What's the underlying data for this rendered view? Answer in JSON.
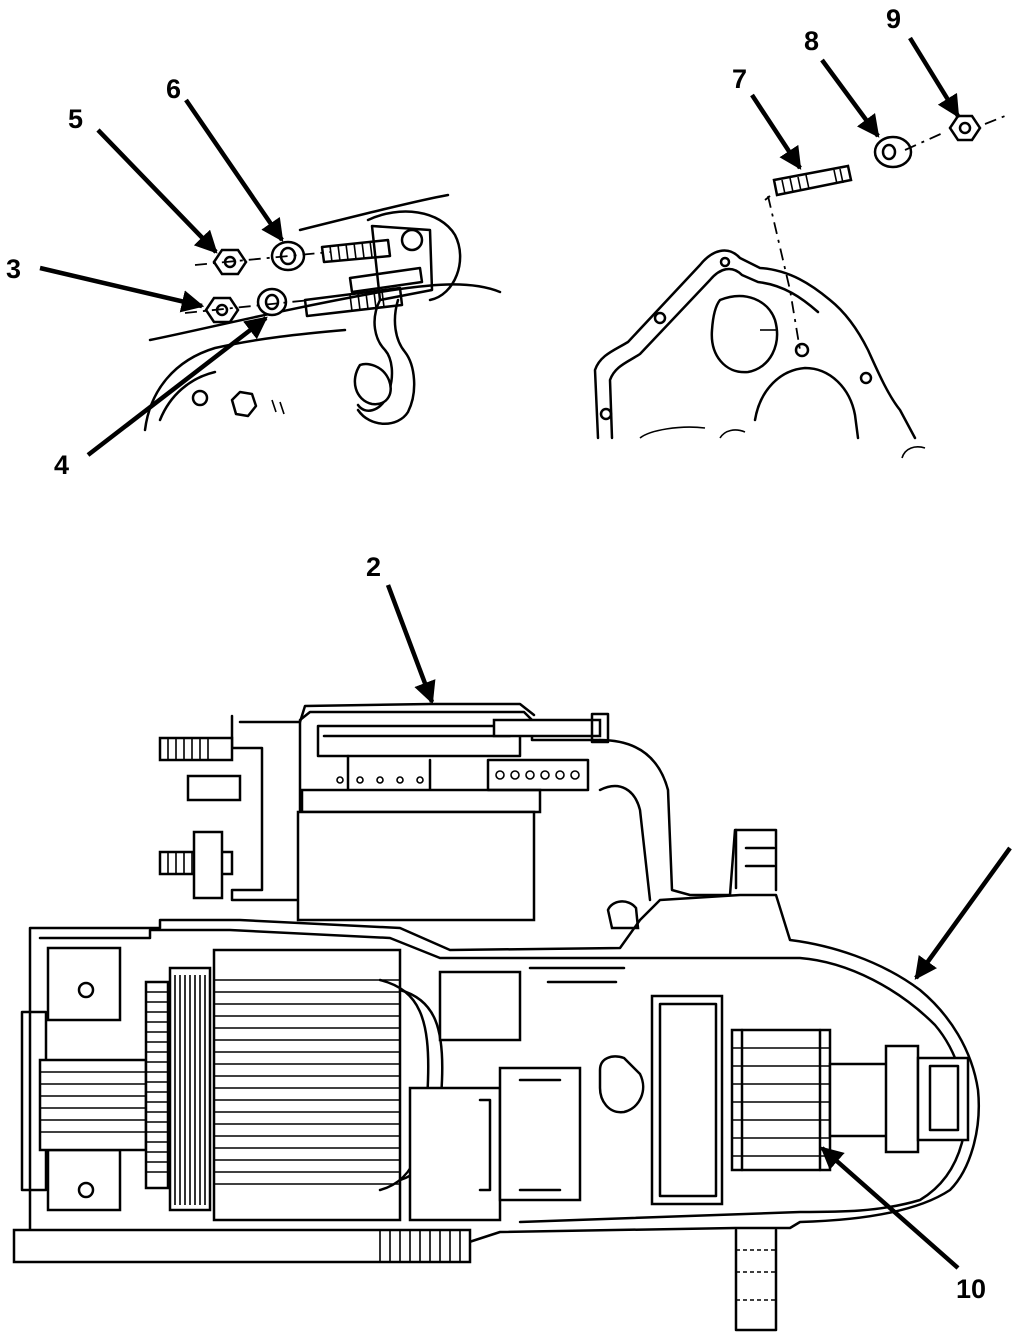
{
  "figure": {
    "description_visible": false,
    "callouts": [
      {
        "id": "c2",
        "label": "2"
      },
      {
        "id": "c3",
        "label": "3"
      },
      {
        "id": "c4",
        "label": "4"
      },
      {
        "id": "c5",
        "label": "5"
      },
      {
        "id": "c6",
        "label": "6"
      },
      {
        "id": "c7",
        "label": "7"
      },
      {
        "id": "c8",
        "label": "8"
      },
      {
        "id": "c9",
        "label": "9"
      },
      {
        "id": "c10",
        "label": "10"
      }
    ]
  },
  "colors": {
    "ink": "#000000",
    "paper": "#ffffff"
  }
}
